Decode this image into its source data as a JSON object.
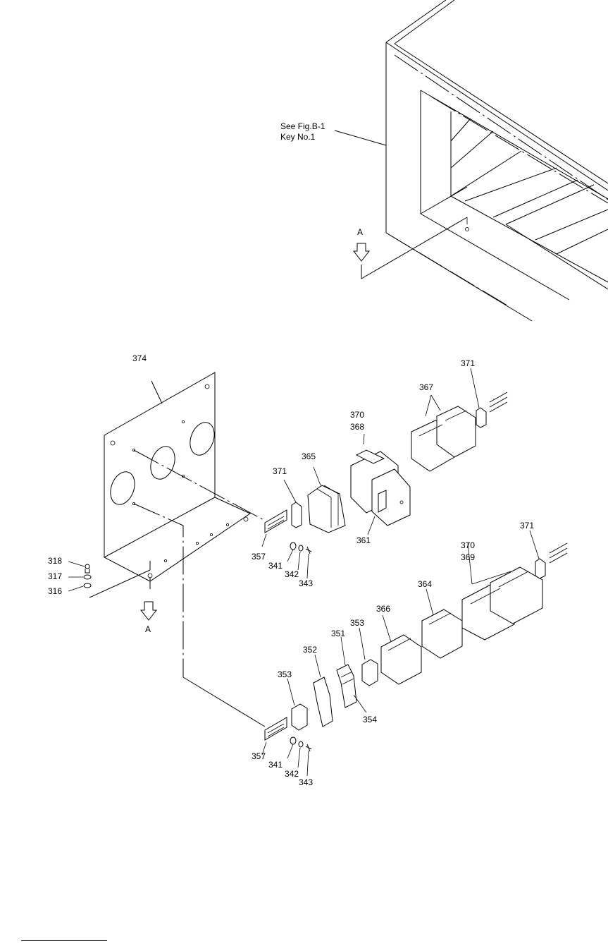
{
  "reference_note": {
    "line1": "See Fig.B-1",
    "line2": "Key No.1"
  },
  "view_marker_top": "A",
  "view_marker_bottom": "A",
  "callouts": {
    "c374": "374",
    "c371_top": "371",
    "c367": "367",
    "c370_a": "370",
    "c368": "368",
    "c365": "365",
    "c371_mid": "371",
    "c361": "361",
    "c357_a": "357",
    "c341_a": "341",
    "c342_a": "342",
    "c343_a": "343",
    "c318": "318",
    "c317": "317",
    "c316": "316",
    "c371_low": "371",
    "c370_b": "370",
    "c369": "369",
    "c364": "364",
    "c366": "366",
    "c353_a": "353",
    "c351": "351",
    "c352": "352",
    "c353_b": "353",
    "c354": "354",
    "c357_b": "357",
    "c341_b": "341",
    "c342_b": "342",
    "c343_b": "343"
  }
}
